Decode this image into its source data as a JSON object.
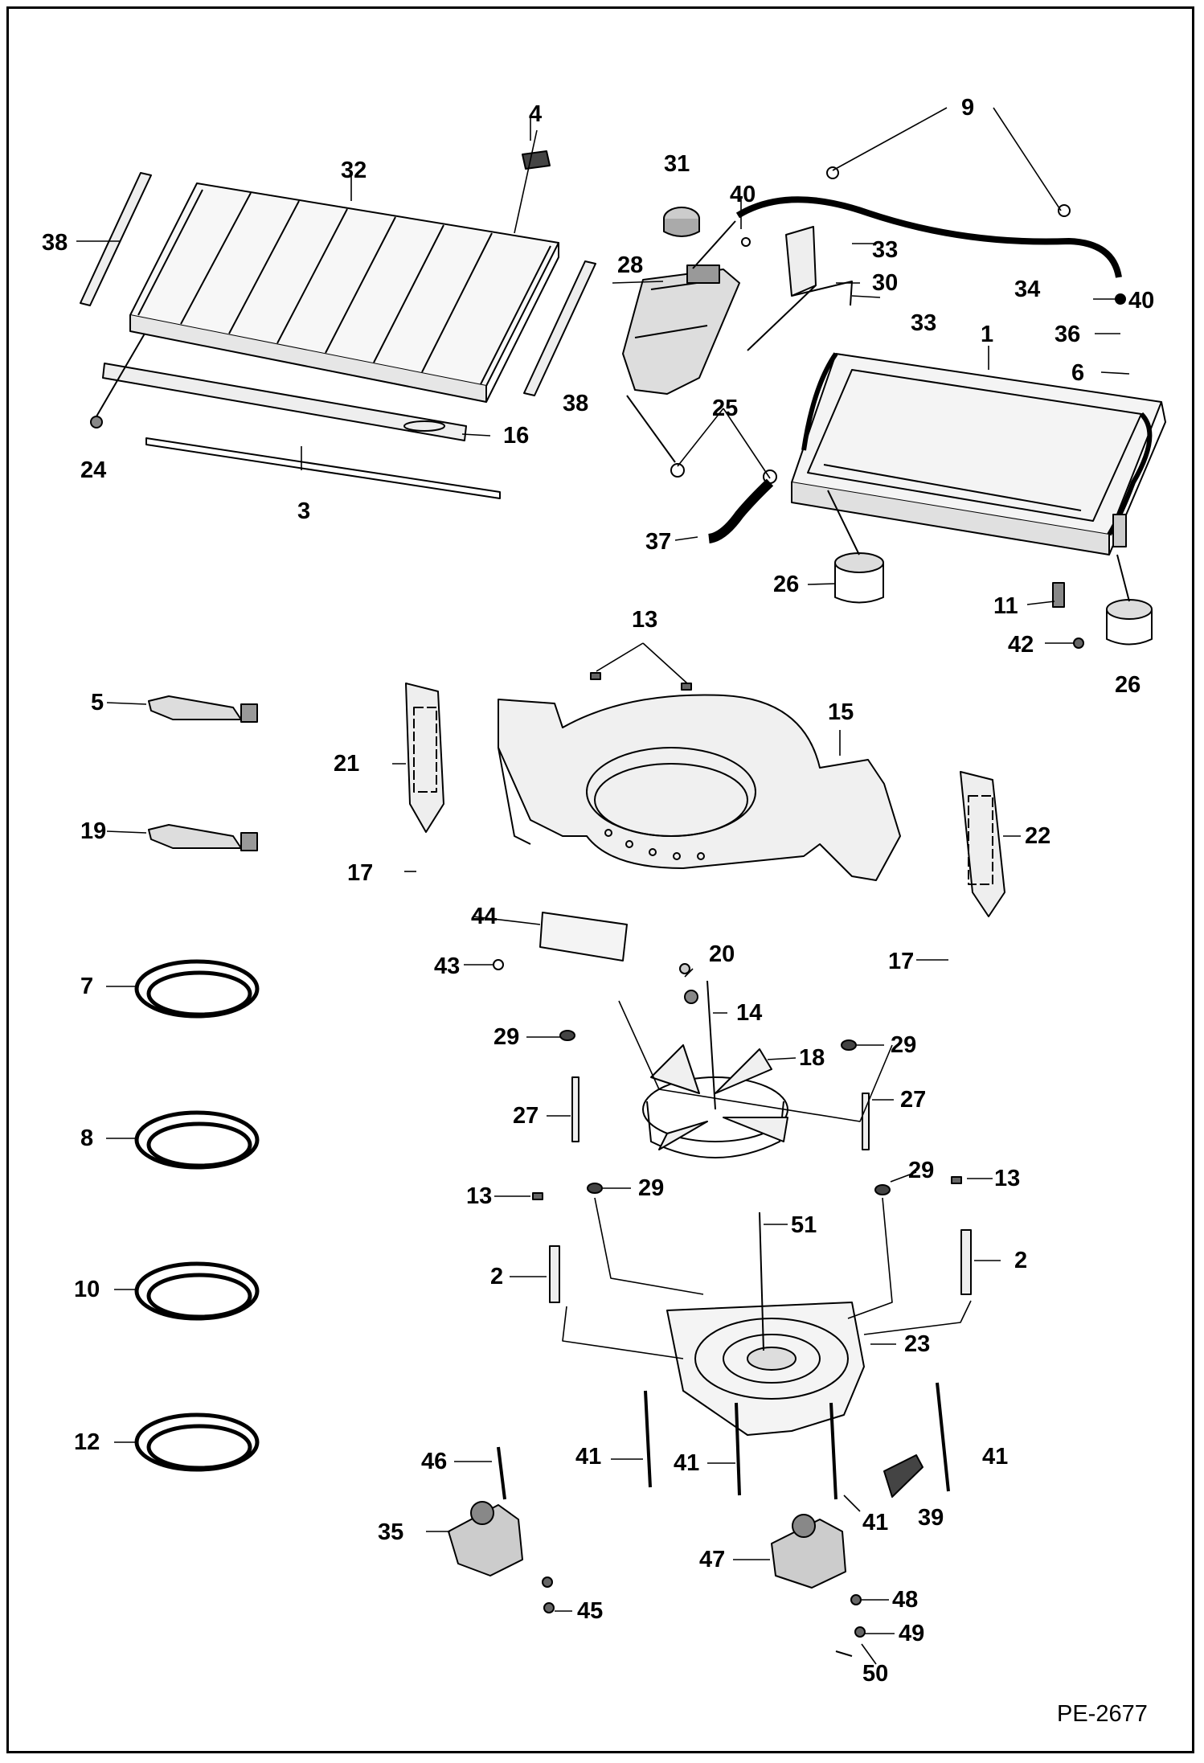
{
  "diagram": {
    "reference_code": "PE-2677",
    "callouts": [
      {
        "id": "c1",
        "label": "1"
      },
      {
        "id": "c2a",
        "label": "2"
      },
      {
        "id": "c2b",
        "label": "2"
      },
      {
        "id": "c3",
        "label": "3"
      },
      {
        "id": "c4",
        "label": "4"
      },
      {
        "id": "c5",
        "label": "5"
      },
      {
        "id": "c6",
        "label": "6"
      },
      {
        "id": "c7",
        "label": "7"
      },
      {
        "id": "c8",
        "label": "8"
      },
      {
        "id": "c9",
        "label": "9"
      },
      {
        "id": "c10",
        "label": "10"
      },
      {
        "id": "c11",
        "label": "11"
      },
      {
        "id": "c12",
        "label": "12"
      },
      {
        "id": "c13a",
        "label": "13"
      },
      {
        "id": "c13b",
        "label": "13"
      },
      {
        "id": "c13c",
        "label": "13"
      },
      {
        "id": "c14",
        "label": "14"
      },
      {
        "id": "c15",
        "label": "15"
      },
      {
        "id": "c16",
        "label": "16"
      },
      {
        "id": "c17a",
        "label": "17"
      },
      {
        "id": "c17b",
        "label": "17"
      },
      {
        "id": "c18",
        "label": "18"
      },
      {
        "id": "c19",
        "label": "19"
      },
      {
        "id": "c20",
        "label": "20"
      },
      {
        "id": "c21",
        "label": "21"
      },
      {
        "id": "c22",
        "label": "22"
      },
      {
        "id": "c23",
        "label": "23"
      },
      {
        "id": "c24",
        "label": "24"
      },
      {
        "id": "c25",
        "label": "25"
      },
      {
        "id": "c26a",
        "label": "26"
      },
      {
        "id": "c26b",
        "label": "26"
      },
      {
        "id": "c27a",
        "label": "27"
      },
      {
        "id": "c27b",
        "label": "27"
      },
      {
        "id": "c28",
        "label": "28"
      },
      {
        "id": "c29a",
        "label": "29"
      },
      {
        "id": "c29b",
        "label": "29"
      },
      {
        "id": "c29c",
        "label": "29"
      },
      {
        "id": "c29d",
        "label": "29"
      },
      {
        "id": "c30",
        "label": "30"
      },
      {
        "id": "c31",
        "label": "31"
      },
      {
        "id": "c32",
        "label": "32"
      },
      {
        "id": "c33a",
        "label": "33"
      },
      {
        "id": "c33b",
        "label": "33"
      },
      {
        "id": "c34",
        "label": "34"
      },
      {
        "id": "c35",
        "label": "35"
      },
      {
        "id": "c36",
        "label": "36"
      },
      {
        "id": "c37",
        "label": "37"
      },
      {
        "id": "c38a",
        "label": "38"
      },
      {
        "id": "c38b",
        "label": "38"
      },
      {
        "id": "c39",
        "label": "39"
      },
      {
        "id": "c40a",
        "label": "40"
      },
      {
        "id": "c40b",
        "label": "40"
      },
      {
        "id": "c41a",
        "label": "41"
      },
      {
        "id": "c41b",
        "label": "41"
      },
      {
        "id": "c41c",
        "label": "41"
      },
      {
        "id": "c41d",
        "label": "41"
      },
      {
        "id": "c42",
        "label": "42"
      },
      {
        "id": "c43",
        "label": "43"
      },
      {
        "id": "c44",
        "label": "44"
      },
      {
        "id": "c45",
        "label": "45"
      },
      {
        "id": "c46",
        "label": "46"
      },
      {
        "id": "c47",
        "label": "47"
      },
      {
        "id": "c48",
        "label": "48"
      },
      {
        "id": "c49",
        "label": "49"
      },
      {
        "id": "c50",
        "label": "50"
      },
      {
        "id": "c51",
        "label": "51"
      }
    ]
  }
}
